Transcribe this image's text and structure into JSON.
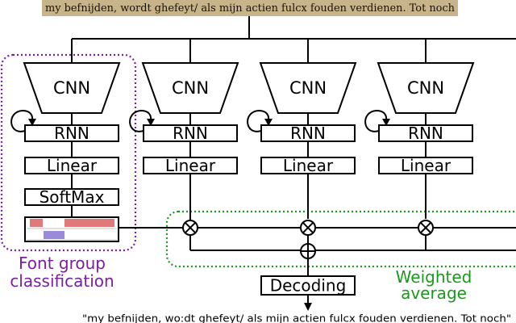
{
  "input_line": {
    "text": "my befnijden, wordt ghefeyt/ als mijn actien fulcx fouden verdienen. Tot noch",
    "background_color": "#c8b48a"
  },
  "columns": [
    {
      "cnn": "CNN",
      "rnn": "RNN",
      "linear": "Linear"
    },
    {
      "cnn": "CNN",
      "rnn": "RNN",
      "linear": "Linear"
    },
    {
      "cnn": "CNN",
      "rnn": "RNN",
      "linear": "Linear"
    },
    {
      "cnn": "CNN",
      "rnn": "RNN",
      "linear": "Linear"
    }
  ],
  "softmax_label": "SoftMax",
  "font_group_label_line1": "Font group",
  "font_group_label_line2": "classification",
  "weighted_label_line1": "Weighted",
  "weighted_label_line2": "average",
  "decoding_label": "Decoding",
  "output_text": "\"my befnijden, wo:dt ghefeyt/ als mijn actien fulcx fouden verdienen. Tot noch\"",
  "colors": {
    "purple": "#7a1fa2",
    "green": "#1a9a1a",
    "softmax_red": "#e07a7a",
    "softmax_blue": "#9a8ad8"
  }
}
